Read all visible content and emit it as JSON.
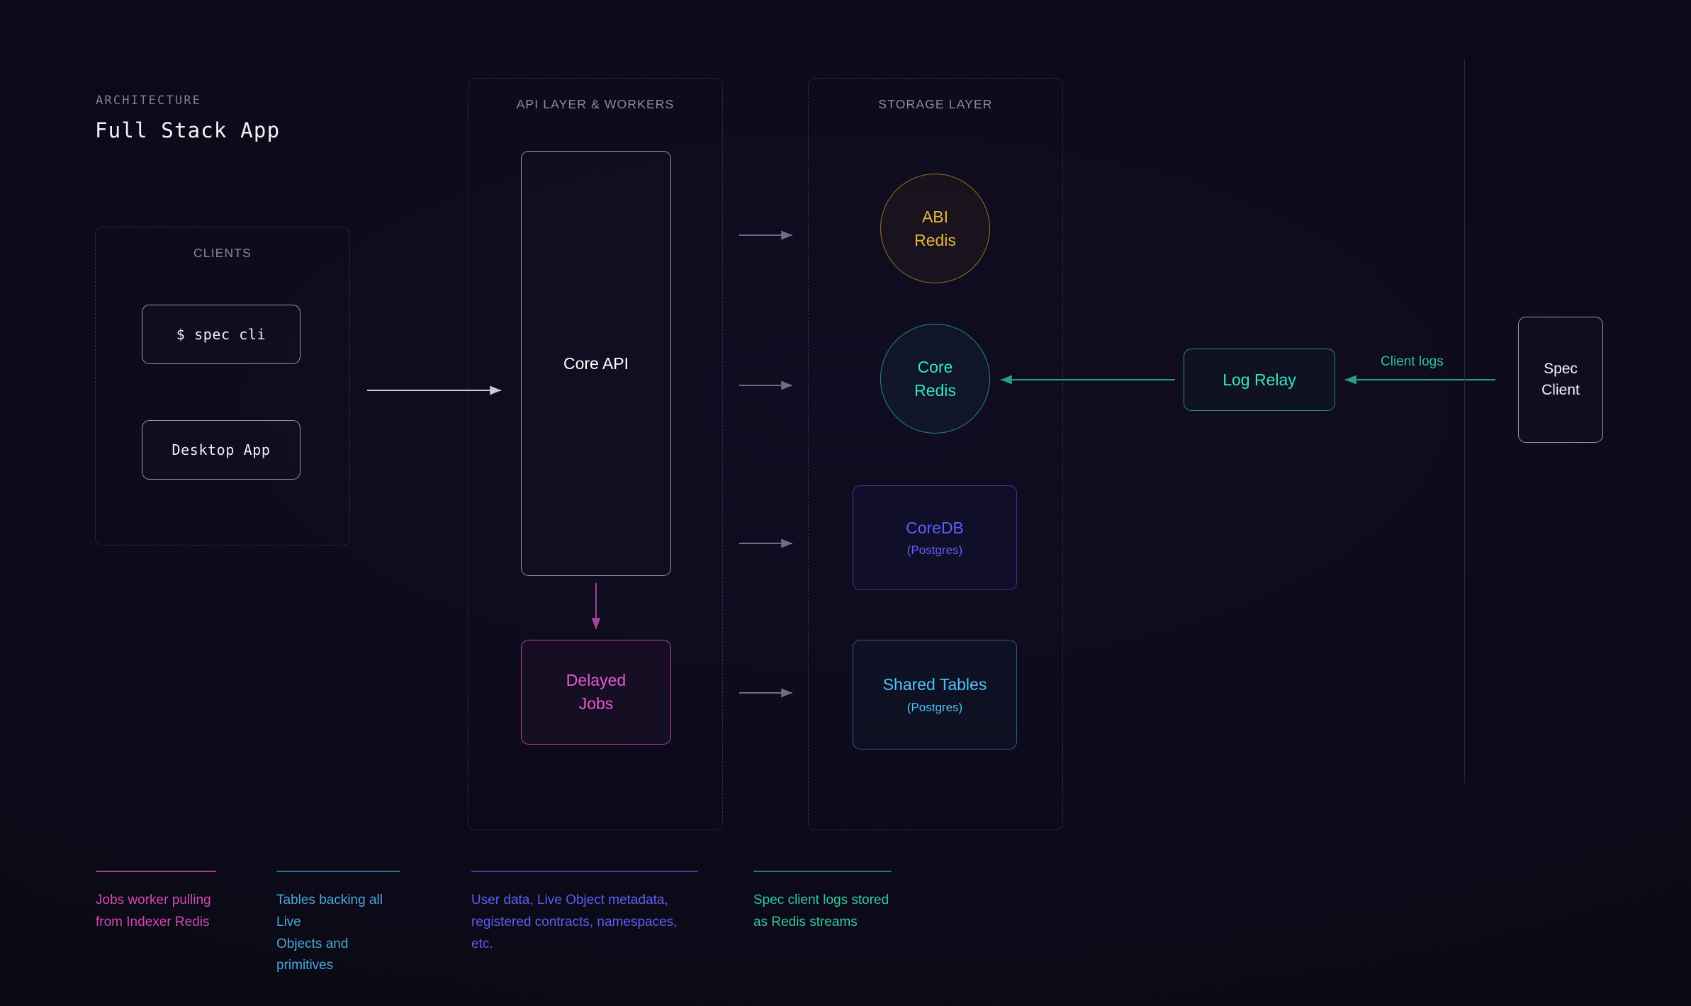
{
  "header": {
    "eyebrow": "ARCHITECTURE",
    "title": "Full Stack App"
  },
  "panels": {
    "clients": {
      "label": "CLIENTS"
    },
    "api": {
      "label": "API LAYER & WORKERS"
    },
    "storage": {
      "label": "STORAGE LAYER"
    }
  },
  "nodes": {
    "spec_cli": {
      "label": "$ spec cli"
    },
    "desktop_app": {
      "label": "Desktop App"
    },
    "core_api": {
      "label": "Core API"
    },
    "delayed_jobs": {
      "line1": "Delayed",
      "line2": "Jobs"
    },
    "abi_redis": {
      "line1": "ABI",
      "line2": "Redis"
    },
    "core_redis": {
      "line1": "Core",
      "line2": "Redis"
    },
    "coredb": {
      "label": "CoreDB",
      "sub": "(Postgres)"
    },
    "shared_tables": {
      "label": "Shared Tables",
      "sub": "(Postgres)"
    },
    "log_relay": {
      "label": "Log Relay"
    },
    "spec_client": {
      "line1": "Spec",
      "line2": "Client"
    }
  },
  "edges": {
    "client_logs": {
      "label": "Client logs"
    }
  },
  "legend": [
    {
      "color": "#a8438f",
      "line1": "Jobs worker pulling",
      "line2": "from Indexer Redis"
    },
    {
      "color": "#2f6f8e",
      "line1": "Tables backing all Live",
      "line2": "Objects and primitives"
    },
    {
      "color": "#3f3f9e",
      "line1": "User data, Live Object metadata,",
      "line2": "registered contracts, namespaces, etc."
    },
    {
      "color": "#2a7a6a",
      "line1": "Spec client logs stored",
      "line2": "as Redis streams"
    }
  ],
  "legend_text_colors": [
    "#d24ab0",
    "#4aa8d8",
    "#5e5ef2",
    "#34c79f"
  ],
  "colors": {
    "background": "#0d0b1b",
    "panel_border": "#34324c",
    "amber": "#e8b53a",
    "teal": "#34e6c4",
    "indigo": "#5f5ef7",
    "cyan": "#50c3f0",
    "magenta": "#e45ad2",
    "neutral": "#9497ad"
  }
}
